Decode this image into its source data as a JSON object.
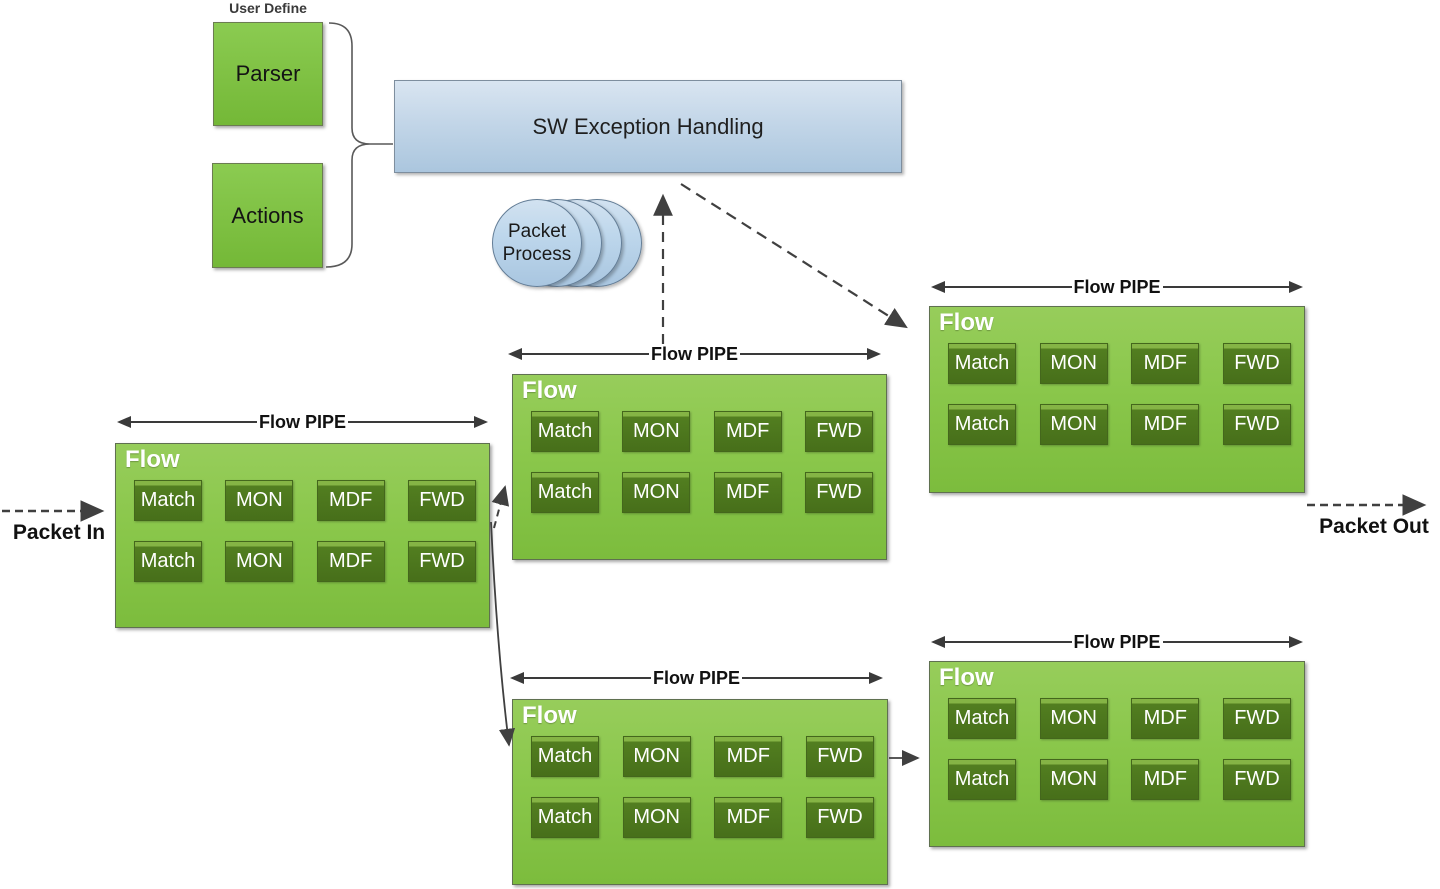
{
  "labels": {
    "user_define": "User Define",
    "parser": "Parser",
    "actions": "Actions",
    "sw_exception": "SW Exception Handling",
    "packet_process": "Packet Process",
    "packet_in": "Packet In",
    "packet_out": "Packet Out"
  },
  "pipe": {
    "flow": "Flow",
    "pipe_label": "Flow PIPE",
    "stages": [
      "Match",
      "MON",
      "MDF",
      "FWD"
    ],
    "rows_per_pipe": 2,
    "pipe_count": 5
  },
  "arrows": [
    {
      "from": "packet-in",
      "to": "pipe-1",
      "style": "dashed"
    },
    {
      "from": "pipe-1",
      "to": "pipe-2",
      "style": "dashed"
    },
    {
      "from": "pipe-1",
      "to": "pipe-4",
      "style": "solid"
    },
    {
      "from": "pipe-2",
      "to": "sw-exception-handling",
      "style": "dashed"
    },
    {
      "from": "sw-exception-handling",
      "to": "pipe-3",
      "style": "dashed"
    },
    {
      "from": "pipe-4",
      "to": "pipe-5",
      "style": "solid"
    },
    {
      "from": "pipe-3",
      "to": "packet-out",
      "style": "dashed"
    },
    {
      "from": "parser-and-actions",
      "to": "sw-exception-handling",
      "style": "brace"
    }
  ],
  "colors": {
    "pipe_green": "#8cc84d",
    "stage_green": "#4e7a1d",
    "module_green": "#7fc243",
    "sw_blue": "#c3d6e8",
    "process_blue": "#bed7ec",
    "arrow_gray": "#404040",
    "text_dark": "#1a1a1a",
    "text_light": "#ffffff"
  }
}
